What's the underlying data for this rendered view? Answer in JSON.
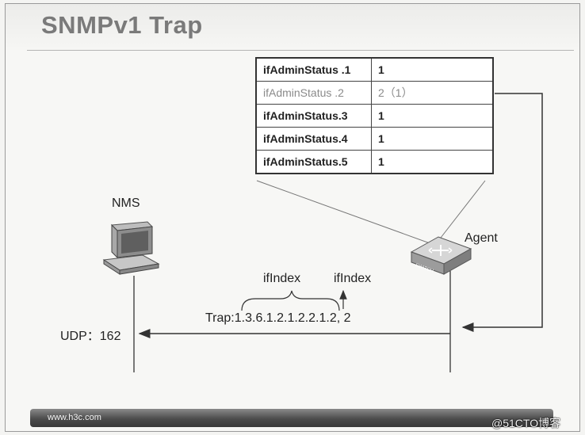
{
  "slide": {
    "title": "SNMPv1 Trap",
    "footer_url": "www.h3c.com",
    "watermark": "@51CTO博客"
  },
  "mib_table": [
    {
      "oid": "ifAdminStatus .1",
      "value": "1"
    },
    {
      "oid": "ifAdminStatus .2",
      "value": "2（1）",
      "highlight": true
    },
    {
      "oid": "ifAdminStatus.3",
      "value": "1"
    },
    {
      "oid": "ifAdminStatus.4",
      "value": "1"
    },
    {
      "oid": "ifAdminStatus.5",
      "value": "1"
    }
  ],
  "nodes": {
    "nms_label": "NMS",
    "agent_label": "Agent",
    "switch_text": "SWITCH"
  },
  "trap": {
    "left_label": "ifIndex",
    "right_label": "ifIndex",
    "message": "Trap:1.3.6.1.2.1.2.2.1.2, 2",
    "udp_label": "UDP：162"
  },
  "icons": [
    "computer-icon",
    "switch-icon"
  ],
  "colors": {
    "title": "#7a7a7a",
    "highlight_row": "#8a8a8a",
    "footer": "#4c4c4c"
  }
}
